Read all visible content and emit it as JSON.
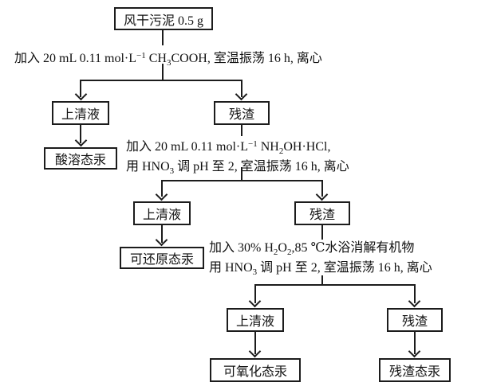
{
  "diagram": {
    "colors": {
      "line": "#1c1c1c",
      "text": "#111111",
      "background": "#ffffff"
    },
    "nodes": {
      "sample": "风干污泥 0.5 g",
      "supernatant1": "上清液",
      "residue1": "残渣",
      "acid_soluble_hg": "酸溶态汞",
      "supernatant2": "上清液",
      "residue2": "残渣",
      "reducible_hg": "可还原态汞",
      "supernatant3": "上清液",
      "residue3": "残渣",
      "oxidizable_hg": "可氧化态汞",
      "residual_hg": "残渣态汞"
    },
    "steps": {
      "step1": {
        "seg1": "加入 20 mL 0.11 mol·L",
        "sup1": "−1",
        "seg2": " CH",
        "sub1": "3",
        "seg3": "COOH, 室温振荡 16 h, 离心"
      },
      "step2": {
        "line1": {
          "seg1": "加入 20 mL 0.11 mol·L",
          "sup1": "−1",
          "seg2": " NH",
          "sub1": "2",
          "seg3": "OH·HCl,"
        },
        "line2": {
          "seg1": "用 HNO",
          "sub1": "3",
          "seg2": " 调 pH 至 2, 室温振荡 16 h, 离心"
        }
      },
      "step3": {
        "line1": {
          "seg1": "加入 30% H",
          "sub1": "2",
          "seg2": "O",
          "sub2": "2",
          "seg3": ",85 ℃水浴消解有机物"
        },
        "line2": {
          "seg1": "用 HNO",
          "sub1": "3",
          "seg2": " 调 pH 至 2, 室温振荡 16 h, 离心"
        }
      }
    }
  }
}
